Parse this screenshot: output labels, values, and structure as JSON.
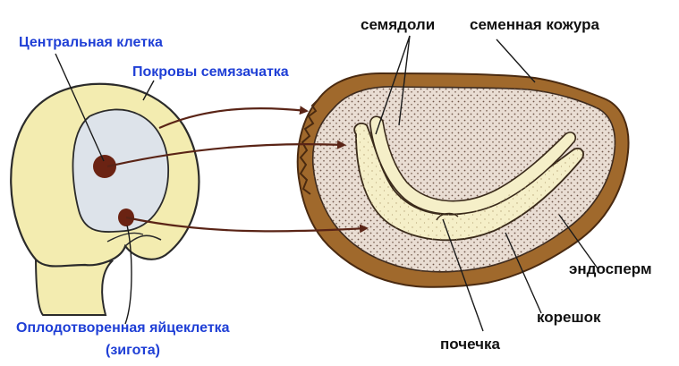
{
  "labels": {
    "central_cell": "Центральная клетка",
    "ovule_integuments": "Покровы  семязачатка",
    "fertilized_egg": "Оплодотворенная яйцеклетка",
    "zygote": "(зигота)",
    "cotyledons": "семядоли",
    "seed_coat": "семенная кожура",
    "endosperm": "эндосперм",
    "radicle": "корешок",
    "plumule": "почечка"
  },
  "colors": {
    "label_blue": "#1f3fd6",
    "label_black": "#111111",
    "ovule_fill": "#f3ecb0",
    "embryo_sac_fill": "#dde3ea",
    "nucleus_fill": "#6b2313",
    "seed_coat_fill": "#a0692c",
    "endosperm_fill": "#e9ddd3",
    "endosperm_dots": "#6f5547",
    "embryo_fill": "#f5efc8",
    "arrow": "#5a2416"
  }
}
